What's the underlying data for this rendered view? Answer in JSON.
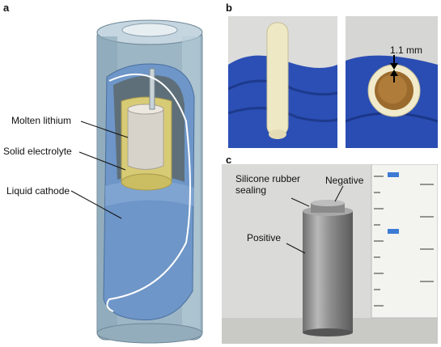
{
  "panels": {
    "a": {
      "letter": "a",
      "labels": {
        "molten_lithium": "Molten lithium",
        "solid_electrolyte": "Solid electrolyte",
        "liquid_cathode": "Liquid cathode"
      }
    },
    "b": {
      "letter": "b",
      "measurement": "1.1 mm"
    },
    "c": {
      "letter": "c",
      "labels": {
        "silicone_line1": "Silicone rubber",
        "silicone_line2": "sealing",
        "negative": "Negative",
        "positive": "Positive"
      }
    }
  },
  "colors": {
    "steel_blue": "#9bb4c4",
    "cathode_blue": "#6f97c9",
    "electrolyte_yellow": "#d9cc7a",
    "lithium_gray": "#d8d4cc",
    "glove_blue": "#2b4fb5",
    "ceramic": "#efe9c8",
    "steel_photo": "#8f8f8f",
    "ruler_white": "#f2f2ee"
  }
}
